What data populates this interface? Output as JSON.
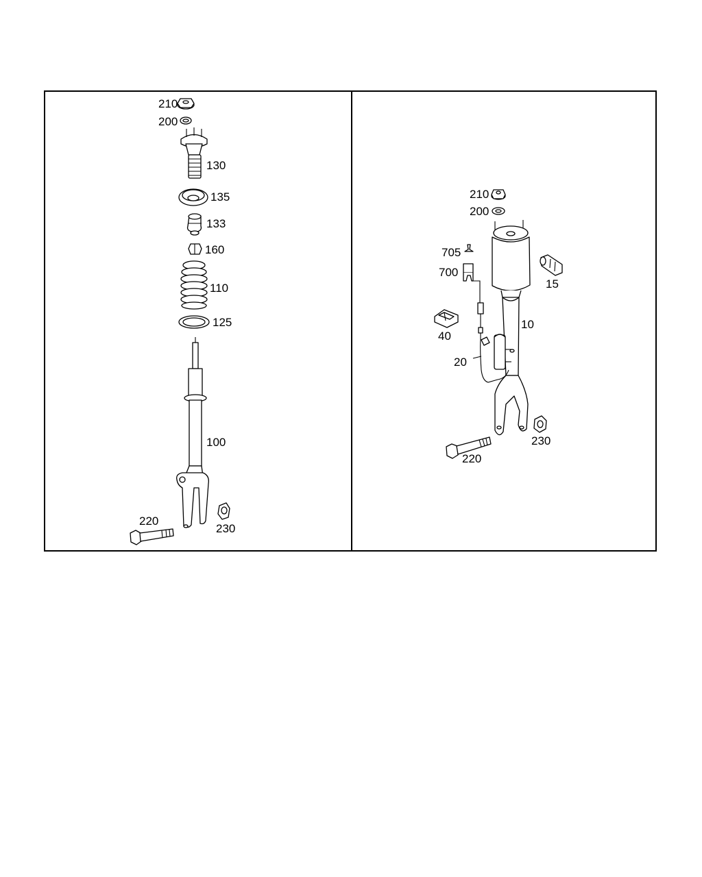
{
  "diagram": {
    "left_panel": {
      "callouts": [
        "210",
        "200",
        "130",
        "135",
        "133",
        "160",
        "110",
        "125",
        "100",
        "220",
        "230"
      ],
      "parts": [
        {
          "icon": "flange-nut-icon"
        },
        {
          "icon": "washer-icon"
        },
        {
          "icon": "strut-mount-icon"
        },
        {
          "icon": "spring-seat-icon"
        },
        {
          "icon": "bump-stop-icon"
        },
        {
          "icon": "nut-icon"
        },
        {
          "icon": "coil-spring-icon"
        },
        {
          "icon": "spring-pad-icon"
        },
        {
          "icon": "shock-absorber-icon"
        },
        {
          "icon": "bolt-icon"
        },
        {
          "icon": "nut-icon"
        }
      ]
    },
    "right_panel": {
      "callouts": [
        "210",
        "200",
        "705",
        "700",
        "15",
        "40",
        "10",
        "20",
        "230",
        "220"
      ],
      "parts": [
        {
          "icon": "flange-nut-icon"
        },
        {
          "icon": "washer-icon"
        },
        {
          "icon": "clip-icon"
        },
        {
          "icon": "connector-icon"
        },
        {
          "icon": "valve-icon"
        },
        {
          "icon": "bracket-icon"
        },
        {
          "icon": "air-strut-icon"
        },
        {
          "icon": "sensor-wire-icon"
        },
        {
          "icon": "nut-icon"
        },
        {
          "icon": "bolt-icon"
        }
      ]
    }
  }
}
